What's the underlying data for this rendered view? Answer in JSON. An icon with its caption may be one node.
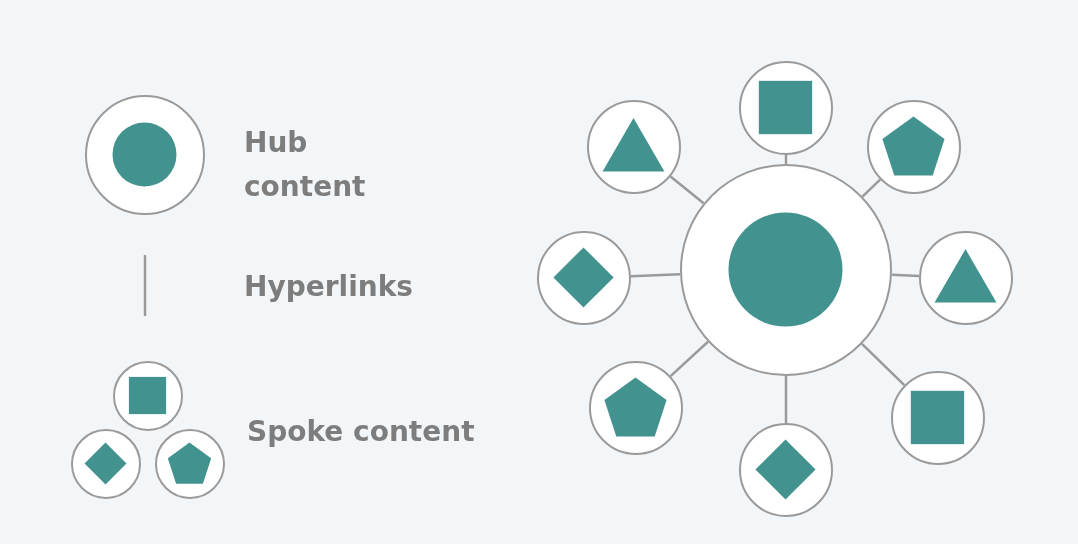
{
  "diagram": {
    "nodes": [
      {
        "text": [],
        "shape": "circle"
      },
      {
        "text": [],
        "shape": "circle"
      },
      {
        "text": [],
        "shape": "circle"
      },
      {
        "text": [],
        "shape": "circle"
      },
      {
        "text": [],
        "shape": "circle"
      },
      {
        "text": [],
        "shape": "circle"
      },
      {
        "text": [],
        "shape": "circle"
      },
      {
        "text": [],
        "shape": "circle"
      },
      {
        "text": [],
        "shape": "circle"
      }
    ],
    "edges": [
      {
        "from": 3,
        "to": 0,
        "arrow": "none"
      },
      {
        "from": 3,
        "to": 1,
        "arrow": "none"
      },
      {
        "from": 3,
        "to": 2,
        "arrow": "none"
      },
      {
        "from": 3,
        "to": 4,
        "arrow": "none"
      },
      {
        "from": 3,
        "to": 5,
        "arrow": "none"
      },
      {
        "from": 3,
        "to": 6,
        "arrow": "none"
      },
      {
        "from": 3,
        "to": 7,
        "arrow": "none"
      },
      {
        "from": 3,
        "to": 8,
        "arrow": "none"
      }
    ],
    "legend": [
      {
        "text": "Hub content"
      },
      {
        "text": "Hyperlinks"
      },
      {
        "text": "Spoke content"
      }
    ]
  }
}
